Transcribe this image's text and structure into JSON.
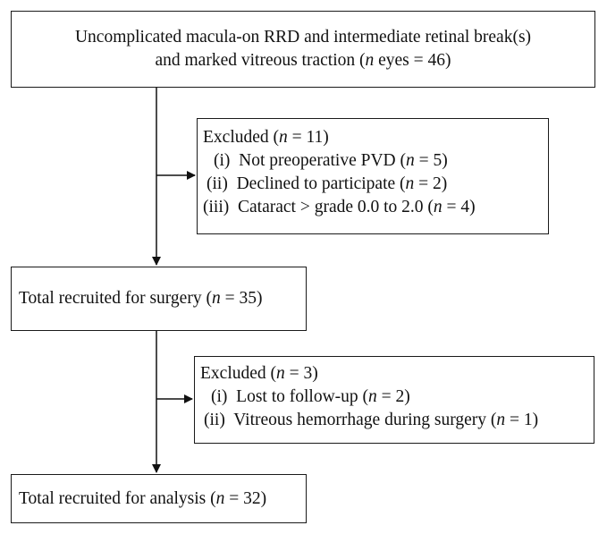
{
  "top_box": {
    "line1": "Uncomplicated macula-on RRD and intermediate retinal break(s)",
    "line2_pre": "and marked vitreous traction (",
    "line2_n": "n",
    "line2_post": " eyes = 46)"
  },
  "excluded_1": {
    "header_pre": "Excluded (",
    "header_n": "n",
    "header_post": " = 11)",
    "items": [
      {
        "marker": "(i)",
        "text_pre": "Not preoperative PVD (",
        "n": "n",
        "text_post": " = 5)"
      },
      {
        "marker": "(ii)",
        "text_pre": "Declined to participate (",
        "n": "n",
        "text_post": " = 2)"
      },
      {
        "marker": "(iii)",
        "text_pre": "Cataract > grade 0.0 to 2.0 (",
        "n": "n",
        "text_post": " = 4)"
      }
    ]
  },
  "surgery_box": {
    "text_pre": "Total recruited for surgery (",
    "n": "n",
    "text_post": " = 35)"
  },
  "excluded_2": {
    "header_pre": "Excluded (",
    "header_n": "n",
    "header_post": " = 3)",
    "items": [
      {
        "marker": "(i)",
        "text_pre": "Lost to follow-up (",
        "n": "n",
        "text_post": " = 2)"
      },
      {
        "marker": "(ii)",
        "text_pre": "Vitreous hemorrhage during surgery (",
        "n": "n",
        "text_post": " = 1)"
      }
    ]
  },
  "analysis_box": {
    "text_pre": "Total recruited for analysis (",
    "n": "n",
    "text_post": " = 32)"
  }
}
